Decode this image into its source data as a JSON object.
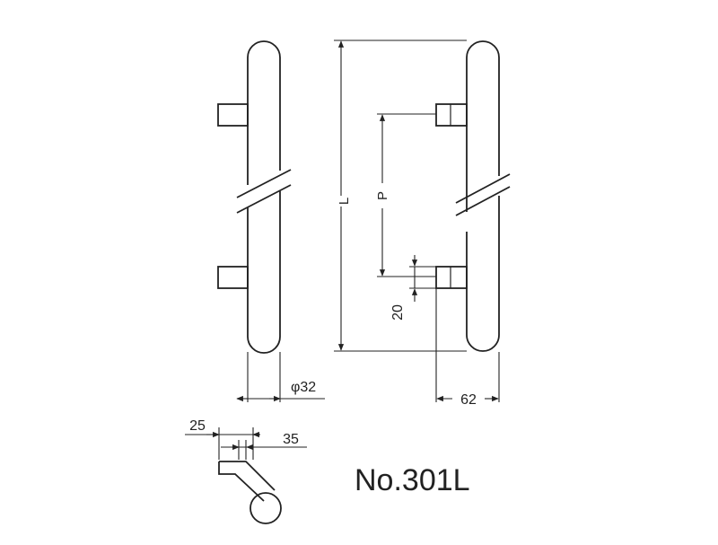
{
  "drawing": {
    "model_number": "No.301L",
    "dimensions": {
      "length": "L",
      "pitch": "P",
      "post_offset": "20",
      "diameter": "φ32",
      "projection": "62",
      "post_width": "25",
      "post_depth": "35"
    }
  }
}
